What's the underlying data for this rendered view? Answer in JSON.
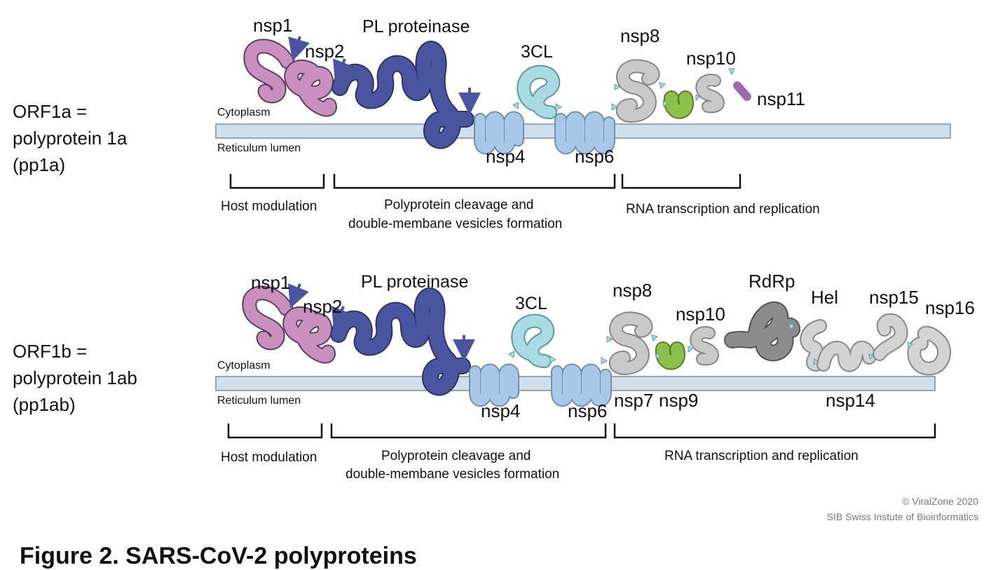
{
  "orf1a": {
    "line1": "ORF1a =",
    "line2": "polyprotein 1a",
    "line3": "(pp1a)"
  },
  "orf1b": {
    "line1": "ORF1b =",
    "line2": "polyprotein 1ab",
    "line3": "(pp1ab)"
  },
  "top": {
    "nsp1": "nsp1",
    "nsp2": "nsp2",
    "pl": "PL proteinase",
    "cl": "3CL",
    "nsp4": "nsp4",
    "nsp6": "nsp6",
    "nsp8": "nsp8",
    "nsp10": "nsp10",
    "nsp11": "nsp11",
    "cytoplasm": "Cytoplasm",
    "lumen": "Reticulum lumen",
    "host": "Host modulation",
    "cleave1": "Polyprotein cleavage and",
    "cleave2": "double-membane vesicles formation",
    "rna": "RNA transcription and replication"
  },
  "bottom": {
    "nsp1": "nsp1",
    "nsp2": "nsp2",
    "pl": "PL proteinase",
    "cl": "3CL",
    "nsp4": "nsp4",
    "nsp6": "nsp6",
    "nsp7": "nsp7",
    "nsp8": "nsp8",
    "nsp9": "nsp9",
    "nsp10": "nsp10",
    "rdrp": "RdRp",
    "hel": "Hel",
    "nsp14": "nsp14",
    "nsp15": "nsp15",
    "nsp16": "nsp16",
    "cytoplasm": "Cytoplasm",
    "lumen": "Reticulum lumen",
    "host": "Host modulation",
    "cleave1": "Polyprotein cleavage and",
    "cleave2": "double-membane vesicles formation",
    "rna": "RNA transcription and replication"
  },
  "credit": {
    "line1": "© ViralZone 2020",
    "line2": "SIB Swiss Instute of Bioinformatics"
  },
  "caption": "Figure 2. SARS-CoV-2 polyproteins",
  "colors": {
    "membrane": "#cfe0ec",
    "nsp1": "#c98fbf",
    "pl": "#4a55a0",
    "cl": "#a9dce2",
    "tm": "#a9c8e8",
    "grey": "#c9c9c9",
    "dark_grey": "#8c8c8c",
    "nsp9": "#8cc04a",
    "nsp11": "#9b6ab0"
  }
}
